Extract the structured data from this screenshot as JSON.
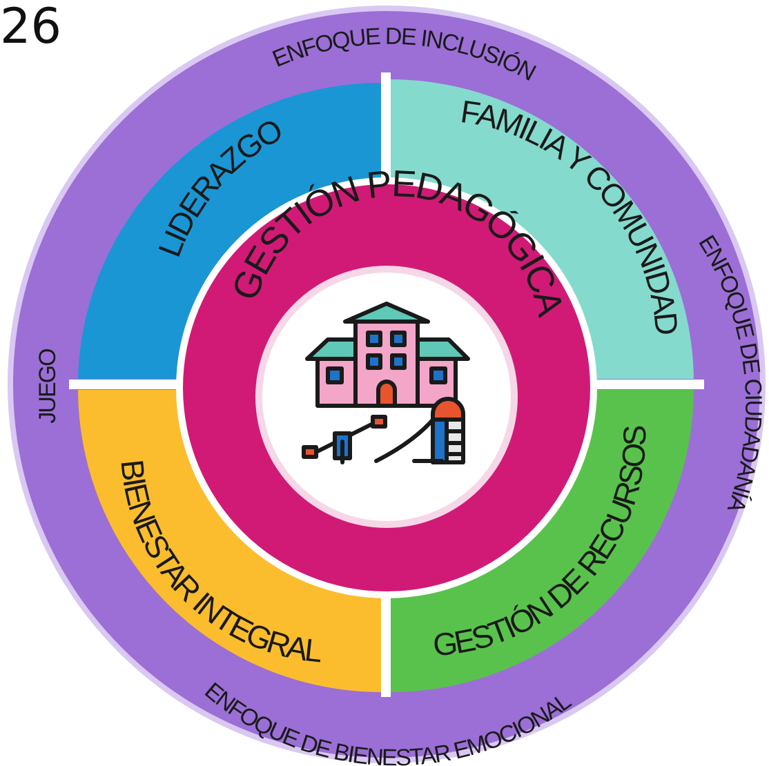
{
  "page_number": "26",
  "outer_ring": {
    "top": "ENFOQUE DE INCLUSIÓN",
    "right": "ENFOQUE DE CIUDADANÍA",
    "bottom": "ENFOQUE DE BIENESTAR EMOCIONAL",
    "left": "JUEGO"
  },
  "quadrants": {
    "top_left": "LIDERAZGO",
    "top_right": "FAMILIA Y COMUNIDAD",
    "bottom_left": "BIENESTAR INTEGRAL",
    "bottom_right": "GESTIÓN DE RECURSOS"
  },
  "inner_ring": "GESTIÓN PEDAGÓGICA",
  "center_icon": "school-playground-icon",
  "colors": {
    "outer_ring": "#9b6fd6",
    "top_left": "#1a96d4",
    "top_right": "#84dacd",
    "bottom_left": "#fbbd2e",
    "bottom_right": "#59c24c",
    "inner_ring": "#d11a75",
    "center": "#ffffff"
  }
}
